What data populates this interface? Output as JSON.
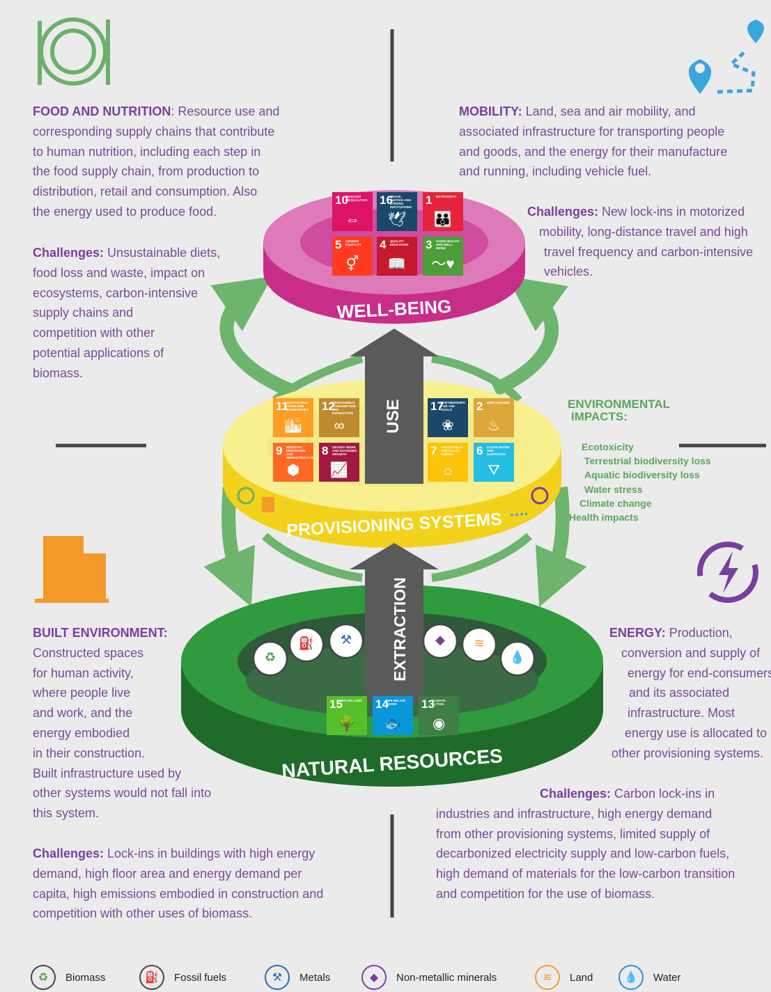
{
  "food": {
    "head": "FOOD AND NUTRITION",
    "lines": [
      ": Resource use and",
      "corresponding supply chains that contribute",
      "to human nutrition, including each step in",
      "the food supply chain, from production to",
      "distribution, retail and consumption. Also",
      "the energy used to produce food."
    ],
    "ch_head": "Challenges:",
    "ch_lines": [
      " Unsustainable diets,",
      "food loss and waste, impact on",
      "ecosystems, carbon-intensive",
      "supply chains and",
      "competition with other",
      "potential applications of",
      "biomass."
    ]
  },
  "mobility": {
    "head": "MOBILITY:",
    "lines": [
      " Land, sea and air mobility, and",
      "associated infrastructure for transporting people",
      "and goods, and the energy for their manufacture",
      "and running, including vehicle fuel."
    ],
    "ch_head": "Challenges:",
    "ch_lines": [
      " New lock-ins in motorized",
      "mobility, long-distance travel and high",
      "travel frequency and carbon-intensive",
      "vehicles."
    ]
  },
  "built": {
    "head": "BUILT ENVIRONMENT:",
    "lines": [
      "Constructed spaces",
      "for human activity,",
      "where people live",
      "and work, and the",
      "energy embodied",
      "in their construction.",
      "Built infrastructure used by",
      "other systems would not fall into",
      "this system."
    ],
    "ch_head": "Challenges:",
    "ch_lines": [
      " Lock-ins in buildings with high energy",
      "demand, high floor area and energy demand per",
      "capita, high emissions embodied in construction and",
      "competition with other uses of biomass."
    ]
  },
  "energy": {
    "head": "ENERGY:",
    "lines": [
      " Production,",
      "conversion and supply of",
      "energy for end-consumers",
      "and its associated",
      "infrastructure. Most",
      "energy use is allocated to",
      "other provisioning systems."
    ],
    "ch_head": "Challenges:",
    "ch_lines": [
      " Carbon lock-ins in",
      "industries and infrastructure, high energy demand",
      "from other provisioning systems, limited supply of",
      "decarbonized electricity supply and low-carbon fuels,",
      "high demand of materials for the low-carbon transition",
      "and competition for the use of biomass."
    ]
  },
  "rings": {
    "wellbeing": "WELL-BEING",
    "provisioning": "PROVISIONING SYSTEMS",
    "natural": "NATURAL RESOURCES",
    "use": "USE",
    "extraction": "EXTRACTION"
  },
  "impacts": {
    "title1": "ENVIRONMENTAL",
    "title2": "IMPACTS:",
    "items": [
      "Ecotoxicity",
      "Terrestrial biodiversity loss",
      "Aquatic biodiversity loss",
      "Water stress",
      "Climate change",
      "Health impacts"
    ]
  },
  "sdgs": {
    "top": [
      {
        "num": "10",
        "label": "Reduced inequalities",
        "icon": "⇔",
        "color": "#dd1367"
      },
      {
        "num": "16",
        "label": "Peace, justice and strong institutions",
        "icon": "🕊",
        "color": "#19486a"
      },
      {
        "num": "1",
        "label": "No poverty",
        "icon": "👪",
        "color": "#e5243b"
      },
      {
        "num": "5",
        "label": "Gender equality",
        "icon": "⚥",
        "color": "#ff3a21"
      },
      {
        "num": "4",
        "label": "Quality education",
        "icon": "📖",
        "color": "#c5192d"
      },
      {
        "num": "3",
        "label": "Good health and well-being",
        "icon": "〜♥",
        "color": "#4c9f38"
      }
    ],
    "middle": [
      {
        "num": "11",
        "label": "Sustainable cities and communities",
        "icon": "🏙",
        "color": "#fd9d24"
      },
      {
        "num": "12",
        "label": "Responsible consumption and production",
        "icon": "∞",
        "color": "#bf8b2e"
      },
      {
        "num": "17",
        "label": "Partnerships for the goals",
        "icon": "❀",
        "color": "#19486a"
      },
      {
        "num": "2",
        "label": "Zero hunger",
        "icon": "♨",
        "color": "#dda63a"
      },
      {
        "num": "9",
        "label": "Industry, innovation and infrastructure",
        "icon": "⬢",
        "color": "#fd6925"
      },
      {
        "num": "8",
        "label": "Decent work and economic growth",
        "icon": "📈",
        "color": "#a21942"
      },
      {
        "num": "7",
        "label": "Affordable and clean energy",
        "icon": "☼",
        "color": "#fcc30b"
      },
      {
        "num": "6",
        "label": "Clean water and sanitation",
        "icon": "⛛",
        "color": "#26bde2"
      }
    ],
    "bottom": [
      {
        "num": "15",
        "label": "Life on land",
        "icon": "🌳",
        "color": "#56c02b"
      },
      {
        "num": "14",
        "label": "Life below water",
        "icon": "🐟",
        "color": "#0a97d9"
      },
      {
        "num": "13",
        "label": "Climate action",
        "icon": "◉",
        "color": "#3f7e44"
      }
    ]
  },
  "legend": [
    {
      "label": "Biomass",
      "icon": "biomass-icon",
      "glyph": "♻",
      "color": "#4c9f38"
    },
    {
      "label": "Fossil fuels",
      "icon": "fossil-fuels-icon",
      "glyph": "⛽",
      "color": "#333333"
    },
    {
      "label": "Metals",
      "icon": "metals-icon",
      "glyph": "⚒",
      "color": "#2a6ab5"
    },
    {
      "label": "Non-metallic minerals",
      "icon": "minerals-icon",
      "glyph": "◆",
      "color": "#7a3f9e"
    },
    {
      "label": "Land",
      "icon": "land-icon",
      "glyph": "≋",
      "color": "#f39a2b"
    },
    {
      "label": "Water",
      "icon": "water-icon",
      "glyph": "💧",
      "color": "#2a8fd6"
    }
  ],
  "colors": {
    "purple": "#7a3f9e",
    "text": "#7a4a9a",
    "magenta": "#d2439b",
    "yellow": "#f7e51e",
    "green": "#2e8b3a",
    "arrow_green": "#6db46d",
    "arrow_gray": "#5a5a5a"
  }
}
